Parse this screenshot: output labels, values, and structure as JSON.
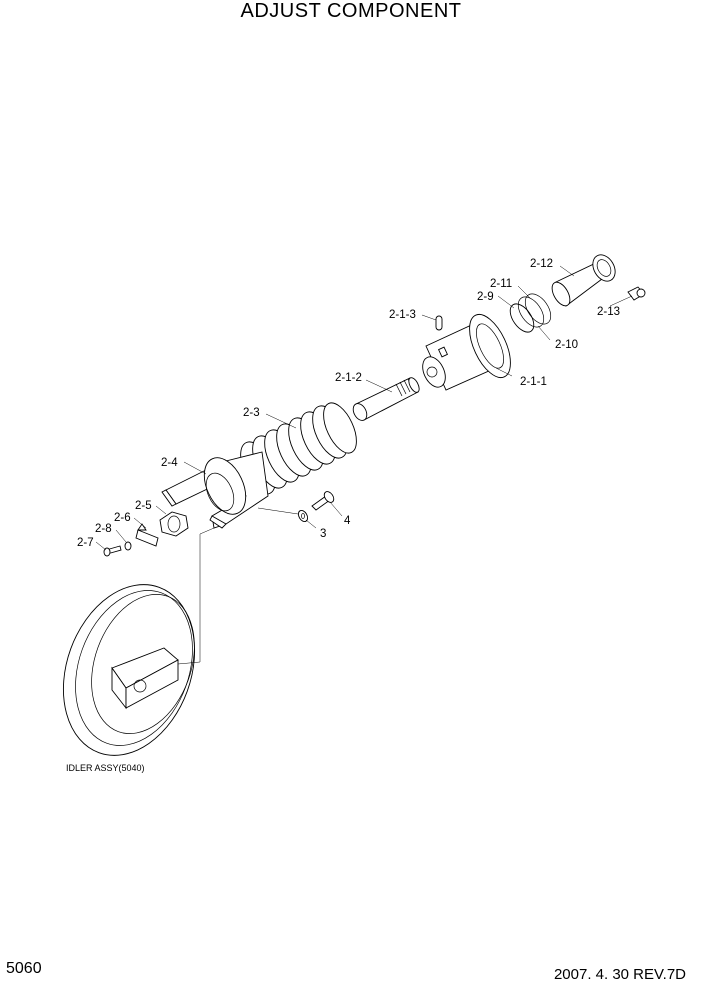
{
  "title": "ADJUST COMPONENT",
  "page_number": "5060",
  "revision": "2007. 4. 30 REV.7D",
  "labels": {
    "p2_12": "2-12",
    "p2_11": "2-11",
    "p2_9": "2-9",
    "p2_13": "2-13",
    "p2_10": "2-10",
    "p2_1_3": "2-1-3",
    "p2_1_1": "2-1-1",
    "p2_1_2": "2-1-2",
    "p2_3": "2-3",
    "p2_4": "2-4",
    "p2_5": "2-5",
    "p2_6": "2-6",
    "p2_8": "2-8",
    "p2_7": "2-7",
    "p4": "4",
    "p3": "3",
    "idler": "IDLER ASSY(5040)"
  }
}
